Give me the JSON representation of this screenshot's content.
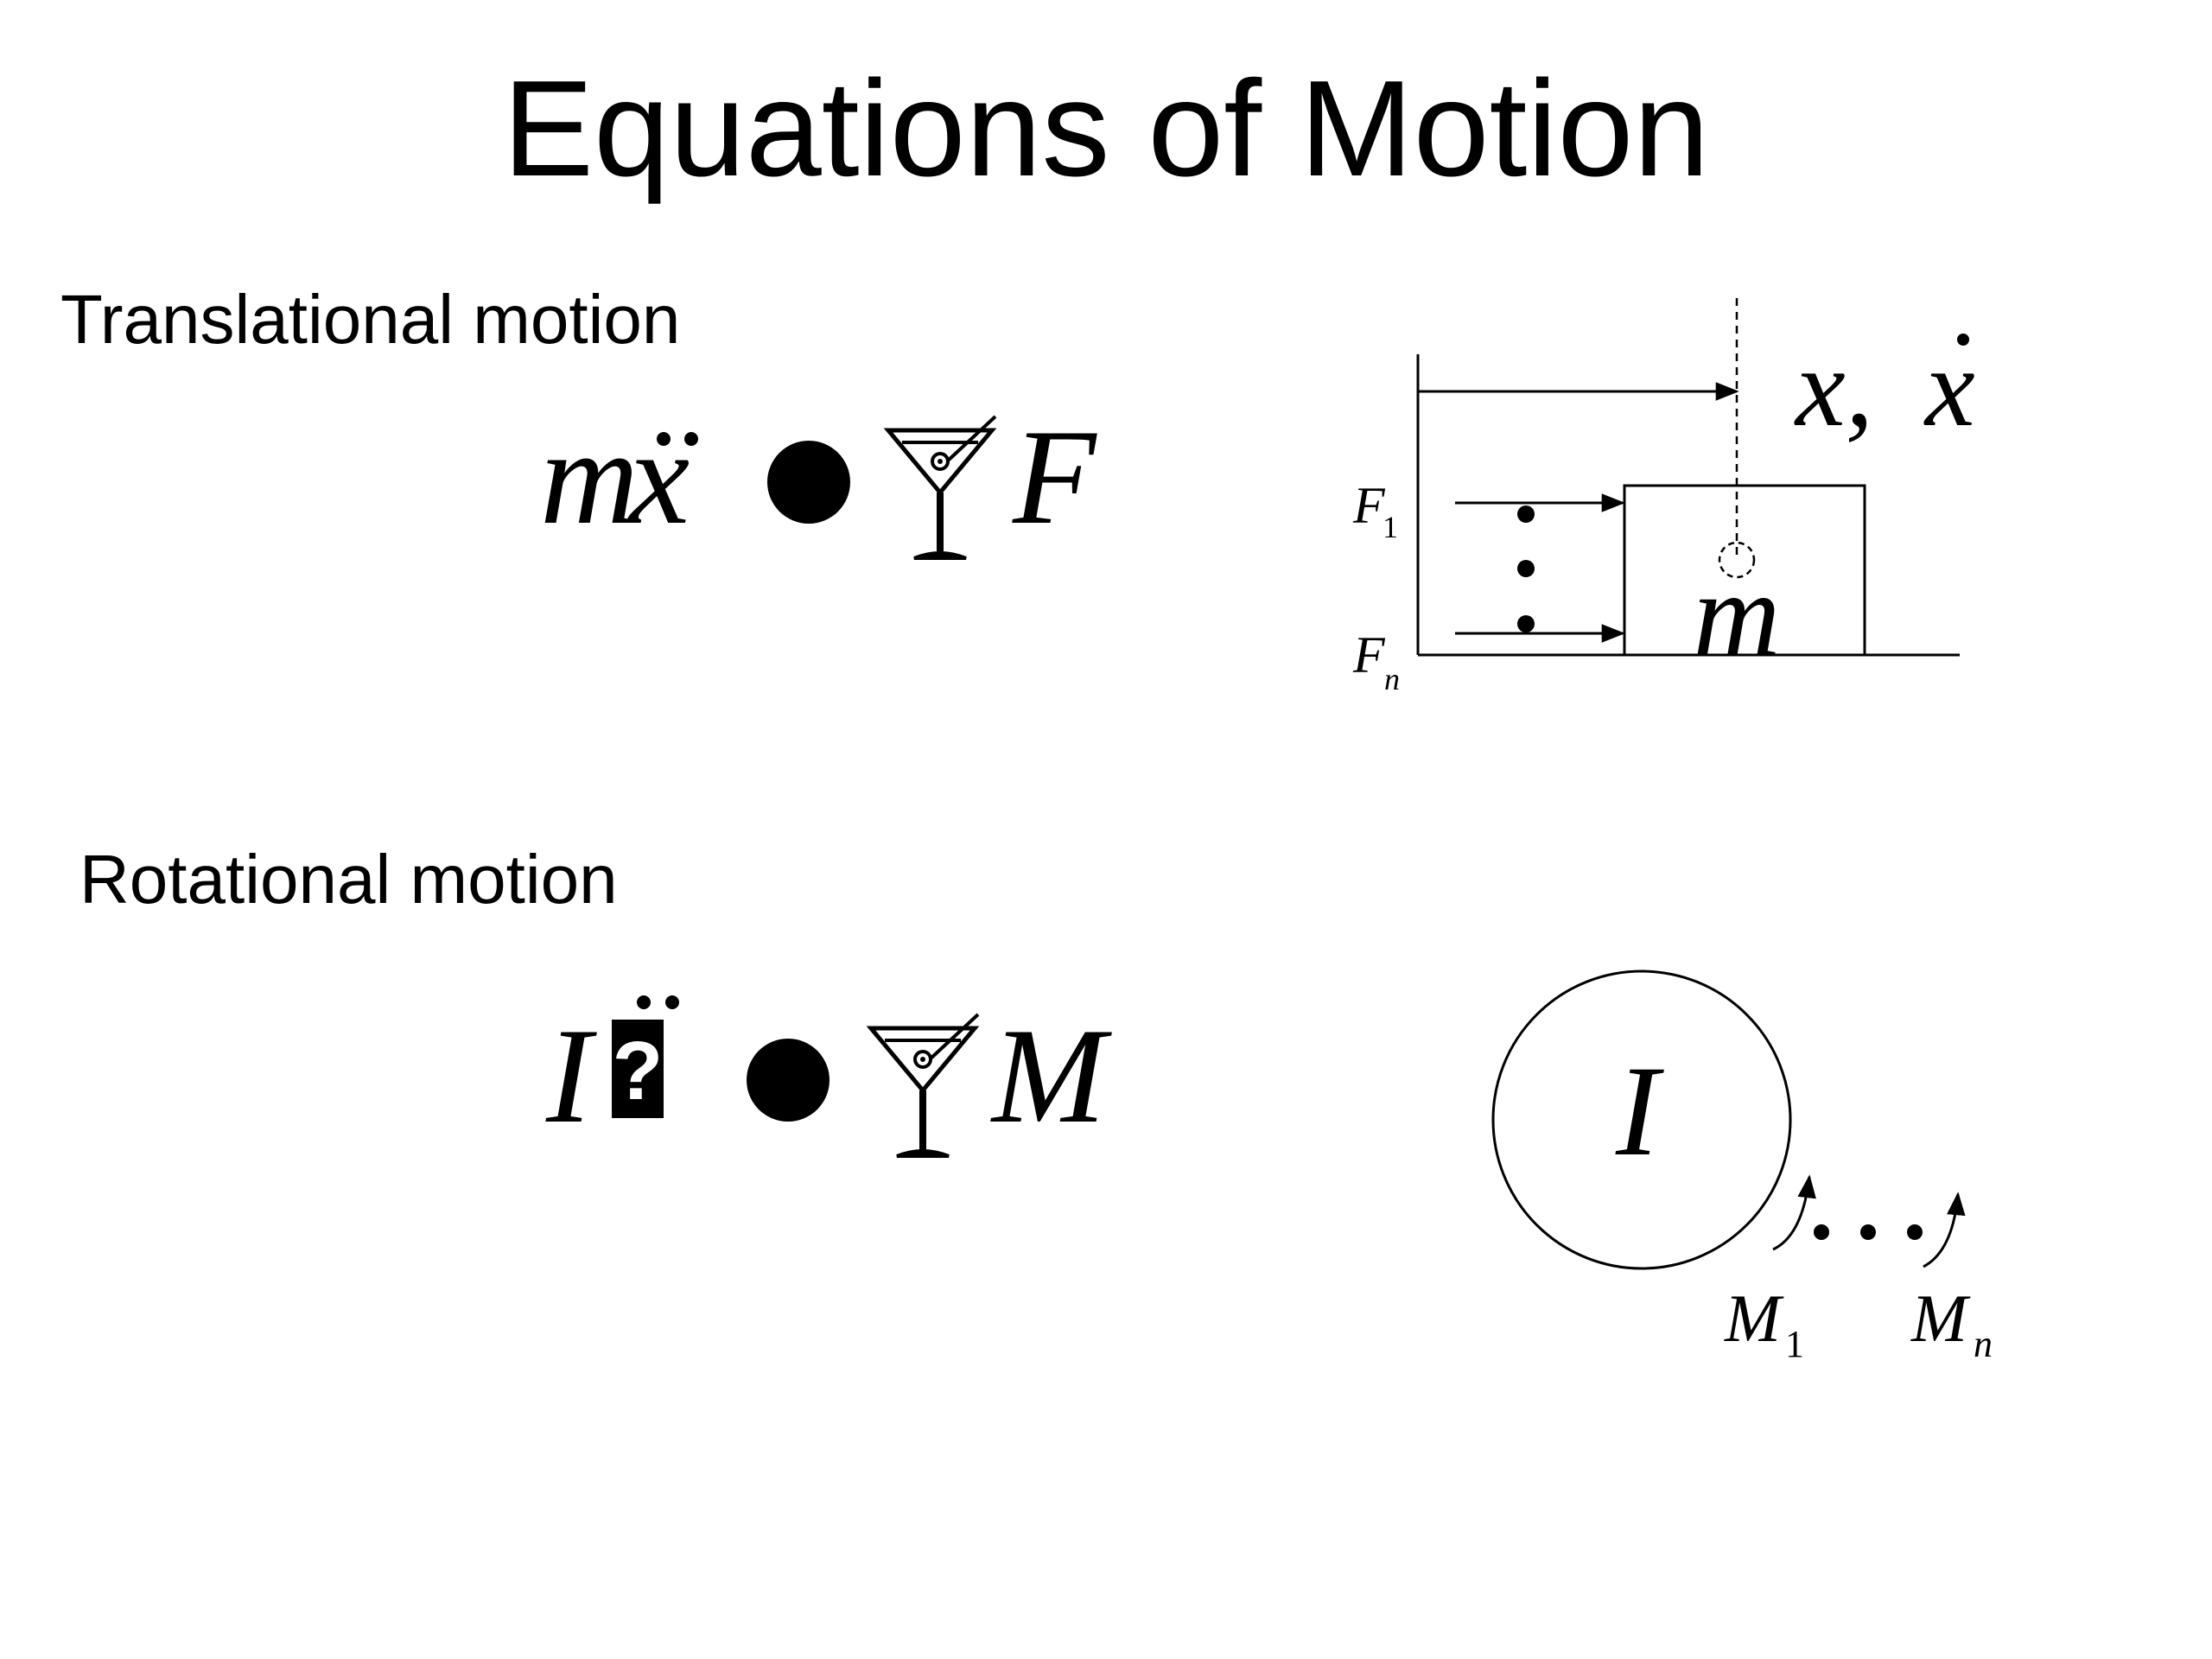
{
  "slide": {
    "title": "Equations of Motion"
  },
  "translational": {
    "label": "Translational motion",
    "equation": {
      "lhs_mass": "m",
      "lhs_var": "x",
      "rhs": "F"
    },
    "diagram": {
      "position_label": "x, ",
      "velocity_symbol": "x",
      "mass_label": "m",
      "force_first": "F",
      "force_first_sub": "1",
      "force_last": "F",
      "force_last_sub": "n"
    }
  },
  "rotational": {
    "label": "Rotational motion",
    "equation": {
      "lhs_inertia": "I",
      "lhs_var": "?",
      "rhs": "M"
    },
    "diagram": {
      "inertia_label": "I",
      "moment_first": "M",
      "moment_first_sub": "1",
      "moment_last": "M",
      "moment_last_sub": "n"
    }
  },
  "icons": {
    "operator": "filled-circle-icon",
    "equals_glyph": "cocktail-glass-icon"
  }
}
